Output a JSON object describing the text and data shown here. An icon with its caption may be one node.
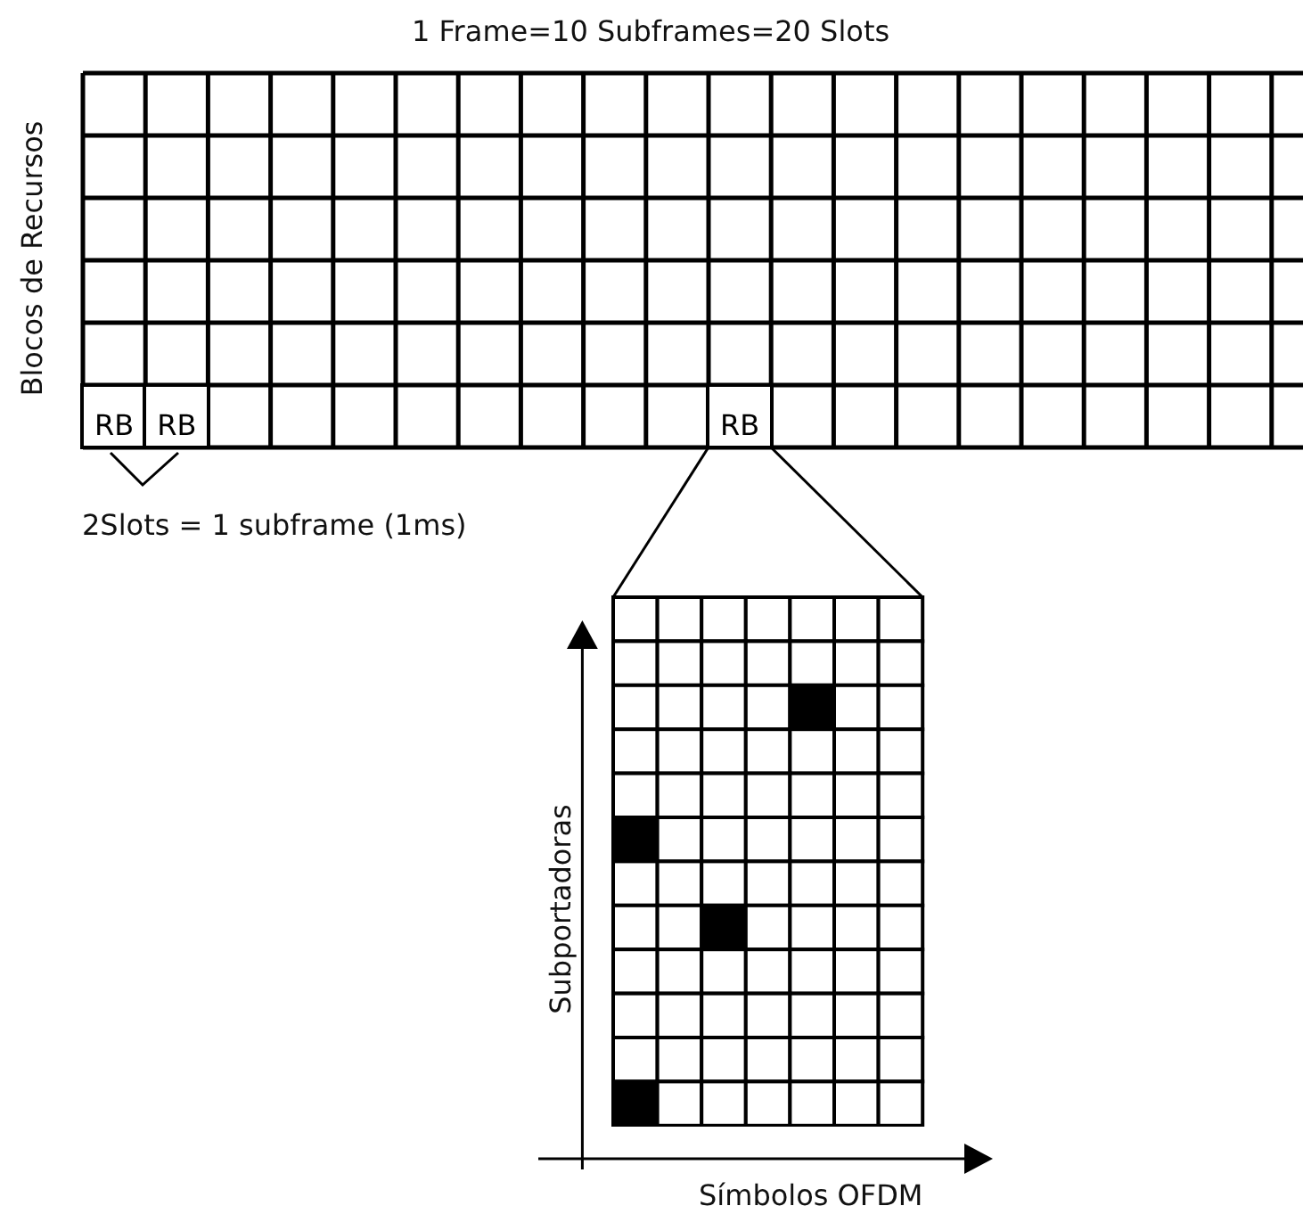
{
  "diagram": {
    "nodes": [
      {
        "text": [
          "RB"
        ]
      },
      {
        "text": [
          "RB"
        ]
      },
      {
        "text": [
          "RB"
        ]
      },
      {
        "text": [],
        "shape": "box"
      }
    ],
    "edges": [
      {
        "from": 2,
        "to": 3,
        "arrow": "none"
      },
      {
        "from": 2,
        "to": 3,
        "arrow": "none"
      }
    ],
    "labels": [
      "1 Frame=10 Subframes=20 Slots",
      "Blocos de Recursos",
      "2Slots = 1 subframe (1ms)",
      "Subportadoras",
      "Símbolos OFDM"
    ]
  }
}
